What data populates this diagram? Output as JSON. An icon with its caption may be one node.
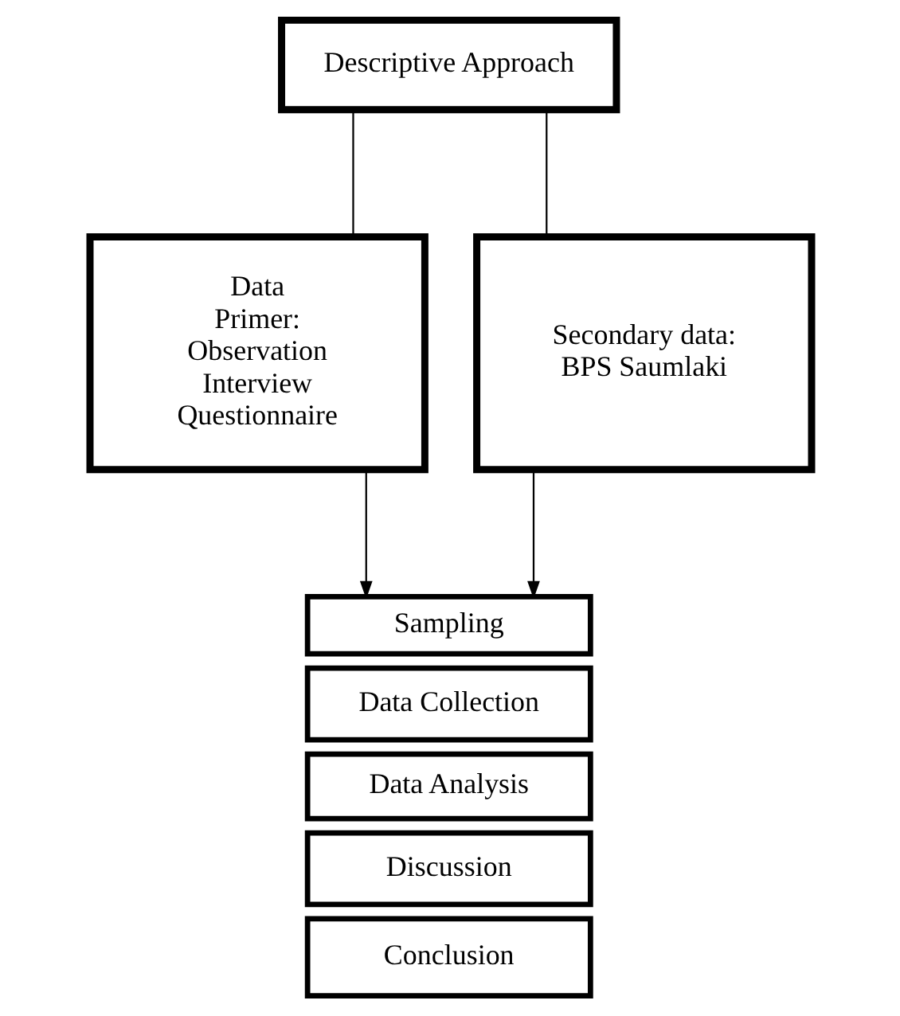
{
  "diagram": {
    "nodes": [
      {
        "text": [
          "Descriptive Approach"
        ]
      },
      {
        "text": [
          "Data Primer: Observation Interview Questionnaire"
        ]
      },
      {
        "text": [
          "Secondary data: BPS Saumlaki"
        ]
      },
      {
        "text": [
          "Sampling"
        ]
      },
      {
        "text": [
          "Data Collection"
        ]
      },
      {
        "text": [
          "Data Analysis"
        ]
      },
      {
        "text": [
          "Discussion"
        ]
      },
      {
        "text": [
          "Conclusion"
        ]
      }
    ],
    "edges": [
      {
        "from": 0,
        "to": 1,
        "arrow": "none"
      },
      {
        "from": 0,
        "to": 2,
        "arrow": "none"
      },
      {
        "from": 1,
        "to": 3,
        "arrow": "to"
      },
      {
        "from": 2,
        "to": 3,
        "arrow": "to"
      }
    ]
  }
}
